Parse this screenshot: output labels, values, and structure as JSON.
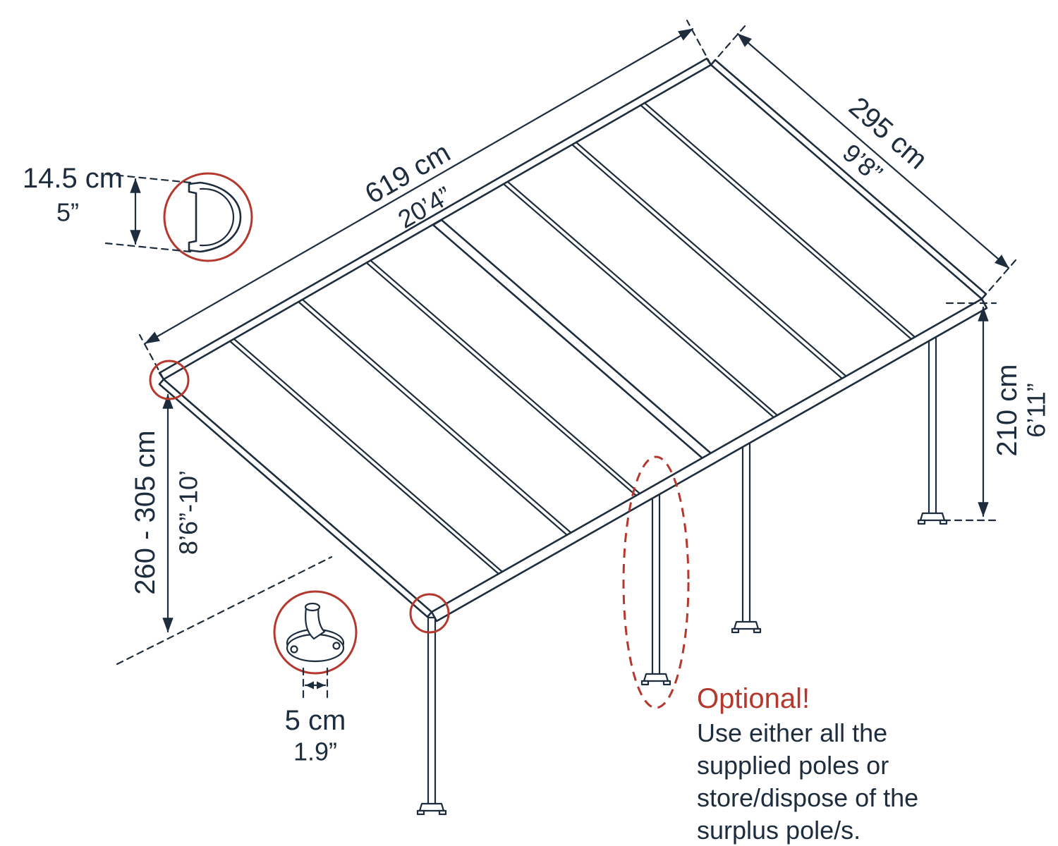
{
  "colors": {
    "line": "#1e2d3d",
    "accent": "#b5382e"
  },
  "dimensions": {
    "width": {
      "cm": "619 cm",
      "ft": "20’4”"
    },
    "depth": {
      "cm": "295 cm",
      "ft": "9’8”"
    },
    "post_height": {
      "cm": "210 cm",
      "ft": "6’11”"
    },
    "attachment_height": {
      "cm": "260 - 305 cm",
      "ft": "8’6”-10’"
    },
    "profile_height": {
      "cm": "14.5 cm",
      "in": "5”"
    },
    "post_width": {
      "cm": "5 cm",
      "in": "1.9”"
    }
  },
  "note": {
    "heading": "Optional!",
    "lines": [
      "Use either all the",
      "supplied poles or",
      "store/dispose of the",
      "surplus pole/s."
    ]
  }
}
